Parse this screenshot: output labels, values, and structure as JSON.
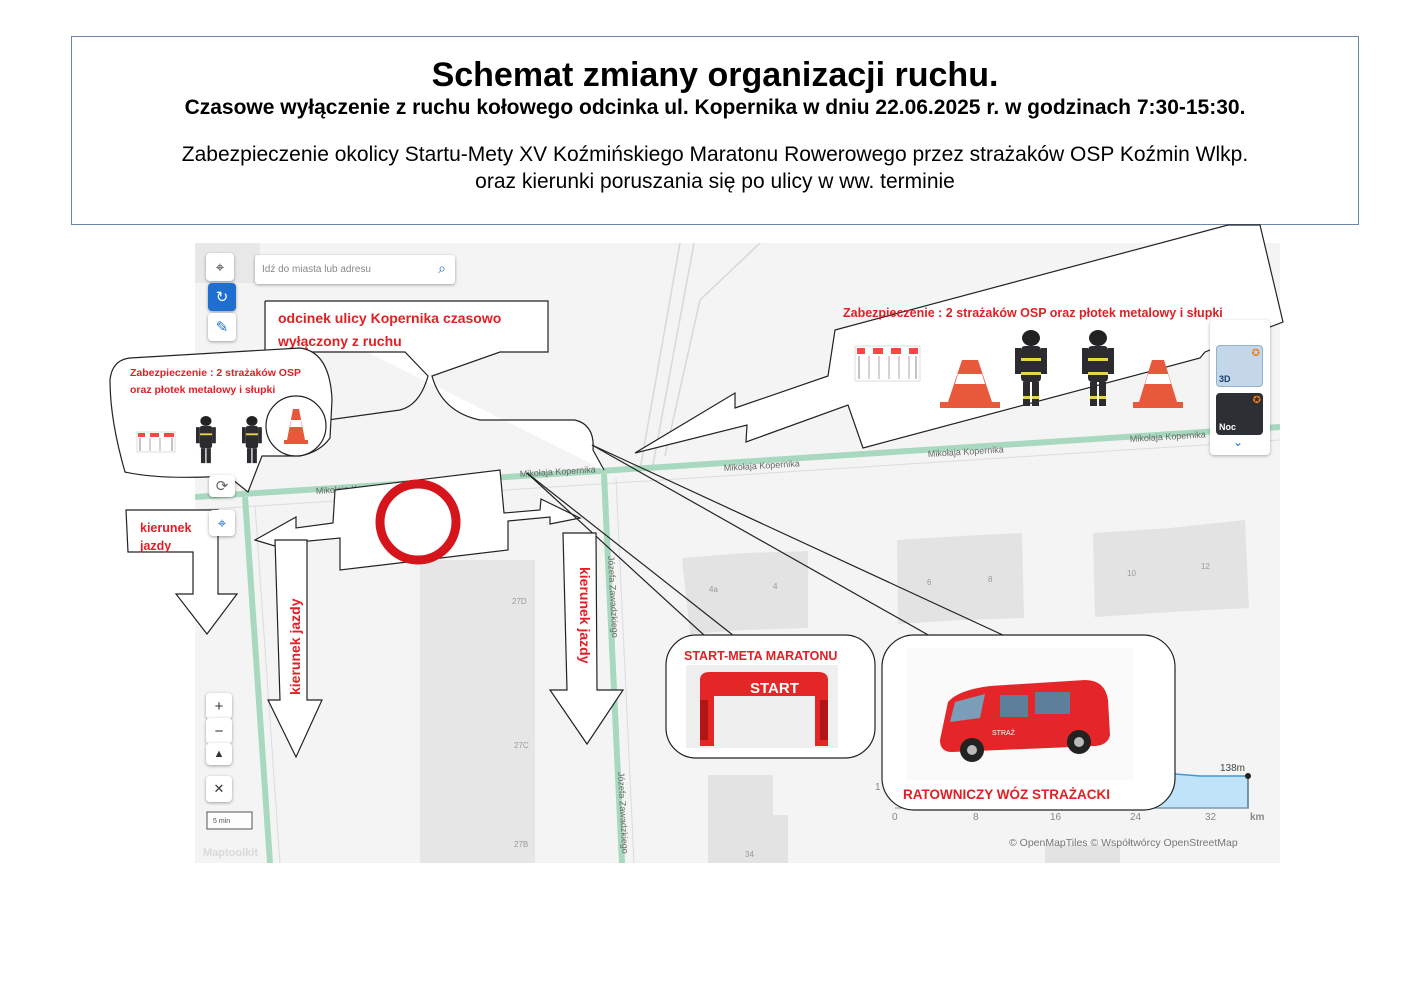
{
  "header": {
    "title": "Schemat zmiany organizacji ruchu.",
    "subtitle": "Czasowe wyłączenie z ruchu kołowego odcinka ul. Kopernika w dniu 22.06.2025 r. w godzinach 7:30-15:30.",
    "description_line1": "Zabezpieczenie okolicy Startu-Mety XV Koźmińskiego Maratonu Rowerowego przez strażaków OSP Koźmin Wlkp.",
    "description_line2": "oraz kierunki poruszania się po ulicy w ww. terminie"
  },
  "map": {
    "search_placeholder": "Idź do miasta lub adresu",
    "street_names": {
      "kopernika": "Mikołaja Kopernika",
      "kopernika_short": "Mikołaja Kop",
      "zawadzkiego": "Józefa Zawadzkiego"
    },
    "house_numbers": [
      "27D",
      "27C",
      "27B",
      "4a",
      "4",
      "6",
      "8",
      "10",
      "12",
      "34"
    ],
    "scale_label": "5 min",
    "logo_text": "Maptoolkit",
    "attribution": "© OpenMapTiles © Współtwórcy OpenStreetMap",
    "layer_3d_label": "3D",
    "layer_night_label": "Noc",
    "elevation": {
      "max_label": "138m",
      "x_ticks": [
        "0",
        "8",
        "16",
        "24",
        "32"
      ],
      "x_unit": "km",
      "y_fragment": "1"
    }
  },
  "annotations": {
    "closed_segment": "odcinek ulicy Kopernika czasowo wyłączony z ruchu",
    "closed_segment_line1": "odcinek ulicy Kopernika czasowo",
    "closed_segment_line2": "wyłączony z ruchu",
    "security_left_line1": "Zabezpieczenie : 2 strażaków  OSP",
    "security_left_line2": "oraz płotek metalowy i słupki",
    "security_right": "Zabezpieczenie : 2 strażaków  OSP oraz płotek metalowy  i słupki",
    "direction_left_line1": "kierunek",
    "direction_left_line2": "jazdy",
    "direction_mid": "kierunek jazdy",
    "direction_right": "kierunek jazdy",
    "start_meta": "START-META MARATONU",
    "start_banner": "START",
    "fire_truck": "RATOWNICZY WÓZ STRAŻACKI",
    "truck_side_text": "STRAŻ"
  },
  "colors": {
    "accent_red": "#e31e24",
    "road_green": "#a8d8be",
    "map_bg": "#f4f4f4",
    "ui_blue": "#1f6fd0"
  },
  "icons": {
    "locate": "crosshair-icon",
    "drawing": "drawing-icon",
    "pen": "pen-icon",
    "search": "search-icon",
    "zoom_in": "plus-icon",
    "zoom_out": "minus-icon",
    "compass": "compass-icon",
    "collapse": "collapse-icon",
    "place": "place-marker-icon",
    "refresh": "refresh-icon"
  }
}
